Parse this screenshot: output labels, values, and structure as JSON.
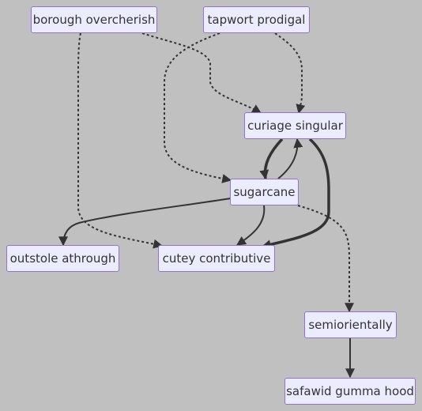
{
  "diagram": {
    "nodes": {
      "borough": "borough overcherish",
      "tapwort": "tapwort prodigal",
      "curiage": "curiage singular",
      "sugarcane": "sugarcane",
      "outstole": "outstole athrough",
      "cutey": "cutey contributive",
      "semiorientally": "semiorientally",
      "safawid": "safawid gumma hood"
    },
    "edges": [
      {
        "from": "borough",
        "to": "curiage",
        "style": "dotted"
      },
      {
        "from": "tapwort",
        "to": "curiage",
        "style": "dotted"
      },
      {
        "from": "tapwort",
        "to": "sugarcane",
        "style": "dotted"
      },
      {
        "from": "borough",
        "to": "cutey",
        "style": "dotted"
      },
      {
        "from": "curiage",
        "to": "sugarcane",
        "style": "thick"
      },
      {
        "from": "sugarcane",
        "to": "curiage",
        "style": "solid"
      },
      {
        "from": "curiage",
        "to": "cutey",
        "style": "thick"
      },
      {
        "from": "sugarcane",
        "to": "outstole",
        "style": "solid"
      },
      {
        "from": "sugarcane",
        "to": "cutey",
        "style": "solid"
      },
      {
        "from": "sugarcane",
        "to": "semiorientally",
        "style": "dotted"
      },
      {
        "from": "semiorientally",
        "to": "safawid",
        "style": "solid"
      }
    ],
    "colors": {
      "background": "#c0c0c0",
      "node_fill": "#ececff",
      "node_border": "#9370db",
      "text": "#333333",
      "edge": "#333333"
    }
  }
}
